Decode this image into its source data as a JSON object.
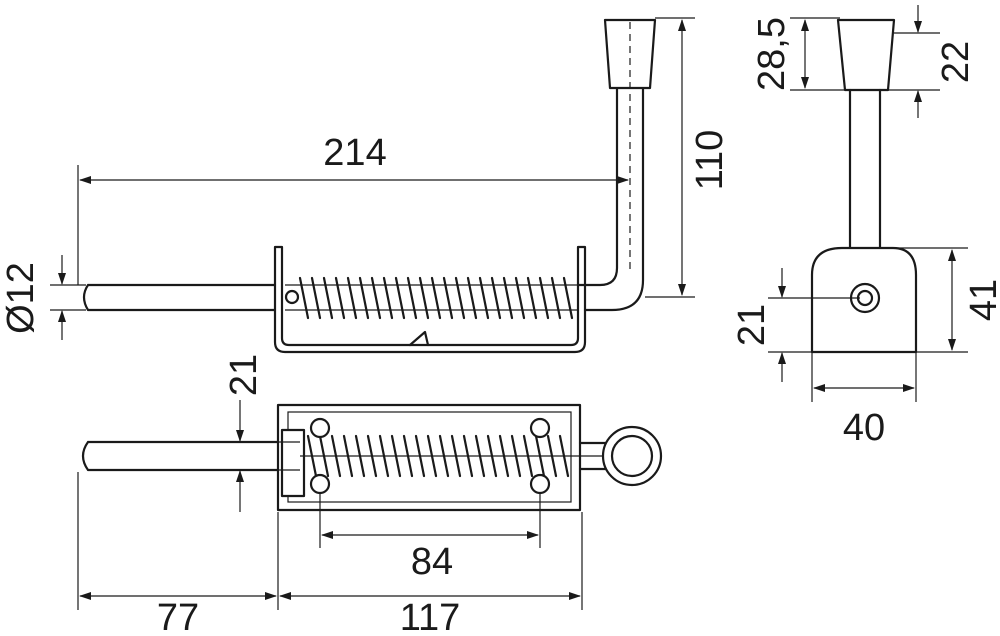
{
  "dimensions": {
    "length_total": "214",
    "height_handle": "110",
    "pin_diameter": "Ø12",
    "pin_offset_plan": "21",
    "spring_span": "84",
    "pin_protrusion": "77",
    "housing_length": "117",
    "handle_grip_height": "28,5",
    "grip_section": "22",
    "bracket_height": "41",
    "pin_axis_height": "21",
    "bracket_width": "40"
  }
}
